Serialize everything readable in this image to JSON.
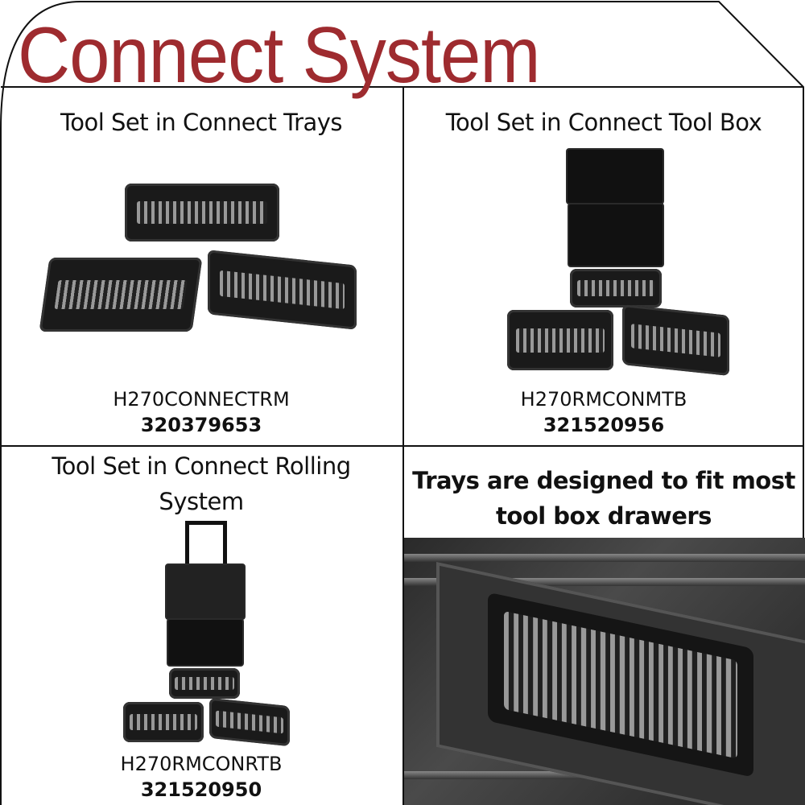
{
  "title": "Connect System",
  "colors": {
    "title": "#9e2b2f",
    "lines": "#111111"
  },
  "panels": [
    {
      "heading": "Tool Set in Connect Trays",
      "model": "H270CONNECTRM",
      "sku": "320379653"
    },
    {
      "heading": "Tool Set in Connect Tool Box",
      "model": "H270RMCONMTB",
      "sku": "321520956"
    },
    {
      "heading_line1": "Tool Set in Connect Rolling",
      "heading_line2": "System",
      "model": "H270RMCONRTB",
      "sku": "321520950"
    },
    {
      "heading_line1": "Trays are designed to fit most",
      "heading_line2": "tool box drawers"
    }
  ]
}
